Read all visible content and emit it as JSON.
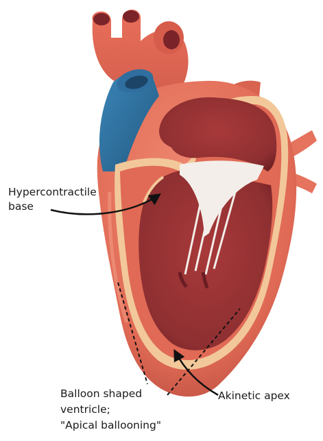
{
  "labels": {
    "base": {
      "line1": "Hypercontractile",
      "line2": "base"
    },
    "apex": {
      "text": "Akinetic apex"
    },
    "ventricle": {
      "line1": "Balloon shaped",
      "line2": "ventricle;",
      "line3": "\"Apical ballooning\""
    }
  },
  "colors": {
    "outer_wall": "#e06a55",
    "wall_shade": "#b84c3f",
    "highlight": "#f19a82",
    "chamber": "#8e2f31",
    "chamber_dark": "#6a1d22",
    "pale_band": "#f2c89a",
    "vena_cava": "#2f6e9e",
    "chordae": "#f3eee9",
    "arrow": "#111111"
  }
}
